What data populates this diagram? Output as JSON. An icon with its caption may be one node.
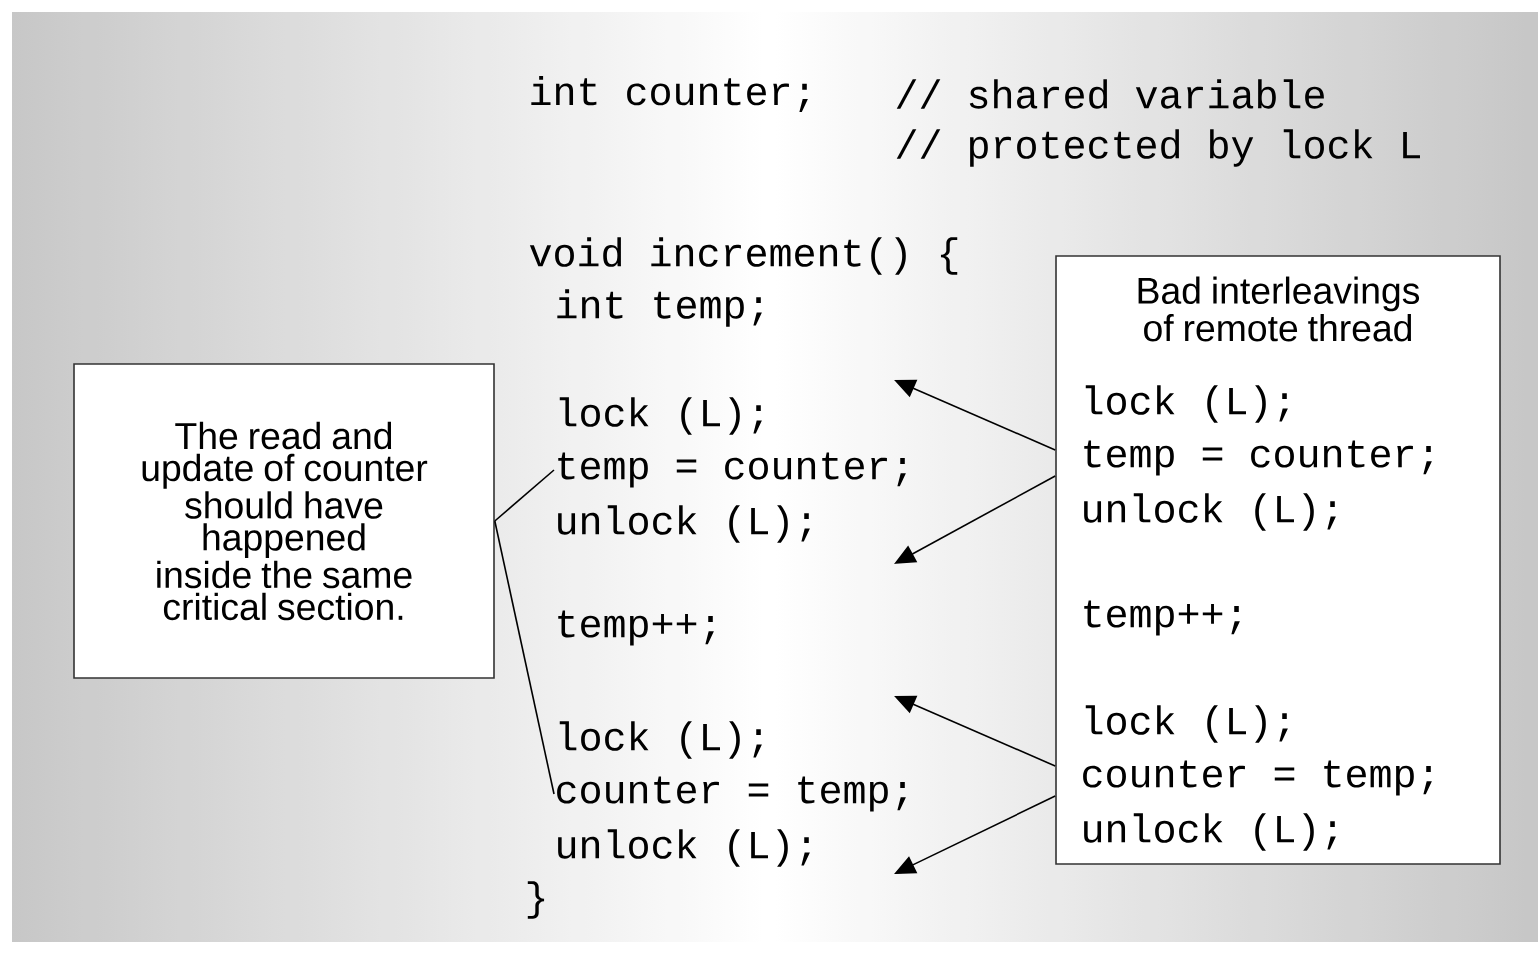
{
  "diagram": {
    "nodes": [
      {
        "text": [
          "The read and update of counter should have happened inside the same critical section."
        ]
      },
      {
        "text": [
          "Bad interleavings of remote thread",
          "lock (L);",
          "temp = counter;",
          "unlock (L);",
          "temp++;",
          "lock (L);",
          "counter = temp;",
          "unlock (L);"
        ]
      },
      {
        "text": [
          "temp = counter;"
        ]
      },
      {
        "text": [
          "counter = temp;"
        ]
      }
    ],
    "edges": [
      {
        "from": 0,
        "to": 2,
        "arrow": "none"
      },
      {
        "from": 0,
        "to": 3,
        "arrow": "none"
      },
      {
        "from": 1,
        "to": null,
        "arrow": "to"
      },
      {
        "from": 1,
        "to": null,
        "arrow": "to"
      },
      {
        "from": 1,
        "to": null,
        "arrow": "to"
      },
      {
        "from": 1,
        "to": null,
        "arrow": "to"
      }
    ],
    "labels": [
      "int counter;",
      "// shared variable",
      "// protected by lock L",
      "void increment() {",
      "int temp;",
      "lock (L);",
      "unlock (L);",
      "temp++;",
      "lock (L);",
      "unlock (L);",
      "}"
    ]
  }
}
